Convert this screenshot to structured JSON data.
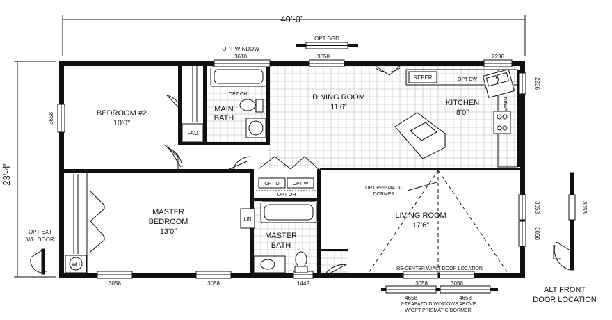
{
  "dimensions": {
    "overall_width": "40'-0\"",
    "overall_depth": "23'-4\""
  },
  "rooms": {
    "bedroom2": {
      "name": "BEDROOM #2",
      "size": "10'0\""
    },
    "main_bath": {
      "name_line1": "MAIN",
      "name_line2": "BATH"
    },
    "dining": {
      "name": "DINING ROOM",
      "size": "11'6\""
    },
    "kitchen": {
      "name": "KITCHEN",
      "size": "8'0\""
    },
    "master_bedroom": {
      "name_line1": "MASTER",
      "name_line2": "BEDROOM",
      "size": "13'0\""
    },
    "master_bath": {
      "name_line1": "MASTER",
      "name_line2": "BATH"
    },
    "living": {
      "name": "LIVING ROOM",
      "size": "17'6\""
    }
  },
  "fixtures": {
    "fau": "FAU",
    "lin": "LIN",
    "wh": "WH",
    "refer": "REFER",
    "opt_dw": "OPT DW",
    "drws": "DRWS",
    "opt_oh_main": "OPT OH",
    "opt_d": "OPT D",
    "opt_w": "OPT W",
    "opt_oh_laundry": "OPT OH"
  },
  "windows": {
    "top_bath": "3610",
    "top_dining": "3058",
    "top_kitchen": "2236",
    "right_kitchen": "2236",
    "left_bedroom": "3658",
    "right_living1": "3058",
    "right_living2": "3058",
    "bottom_master1": "3058",
    "bottom_master2": "3058",
    "bottom_bath": "1442",
    "bottom_living1": "3058",
    "bottom_living2": "3058",
    "bottom_trap1": "4658",
    "bottom_trap2": "4658",
    "alt_door_side": "3058"
  },
  "notes": {
    "opt_window": "OPT WINDOW",
    "opt_sgd": "OPT SGD",
    "opt_ext_line1": "OPT EXT",
    "opt_ext_line2": "WH DOOR",
    "prismatic_line1": "OPT PRISMATIC",
    "prismatic_line2": "DORMER",
    "recenter": "RE-CENTER W/ALT DOOR LOCATION",
    "trap_line1": "2-TRAPAZOID WINDOWS ABOVE",
    "trap_line2": "W/OPT PRISMATIC DORMER",
    "alt_front_line1": "ALT FRONT",
    "alt_front_line2": "DOOR LOCATION"
  }
}
